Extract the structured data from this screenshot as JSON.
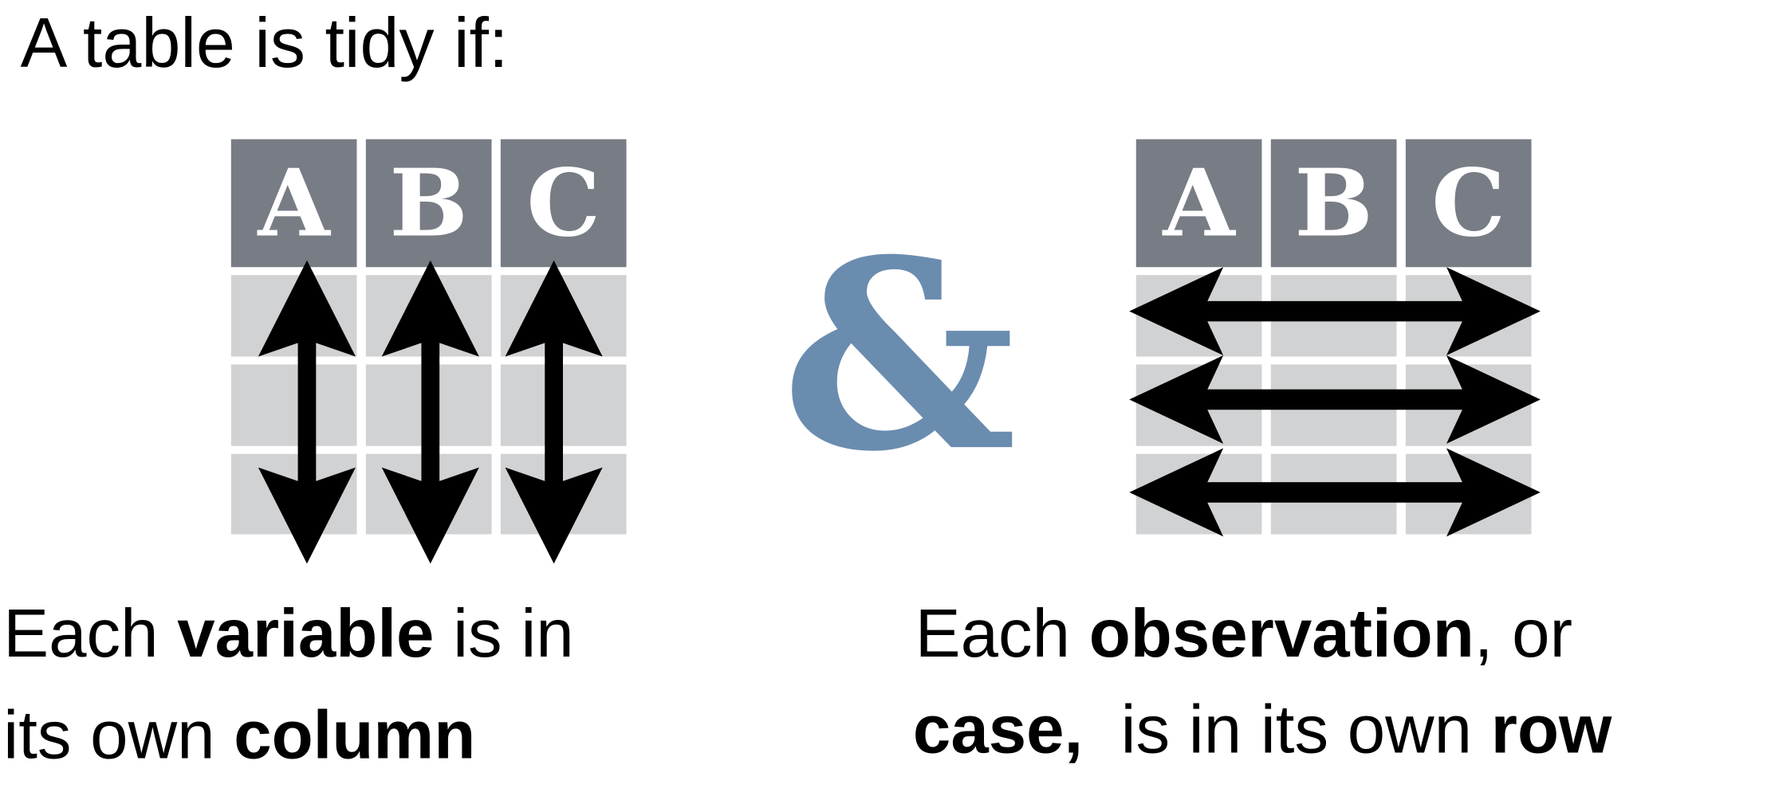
{
  "title": "A table is tidy if:",
  "headers": [
    "A",
    "B",
    "C"
  ],
  "ampersand": "&",
  "colors": {
    "header": "#787c85",
    "cell": "#d1d2d4",
    "ampersand": "#6a8caf",
    "arrow": "#000000"
  },
  "left_caption": {
    "line1": {
      "pre": "Each ",
      "bold": "variable",
      "post": " is in"
    },
    "line2": {
      "pre": "its own ",
      "bold": "column"
    }
  },
  "right_caption": {
    "line1": {
      "pre": "Each ",
      "bold": "observation",
      "post": ", or"
    },
    "line2": {
      "bold": "case,",
      "post": "  is in its own ",
      "bold2": "row"
    }
  }
}
